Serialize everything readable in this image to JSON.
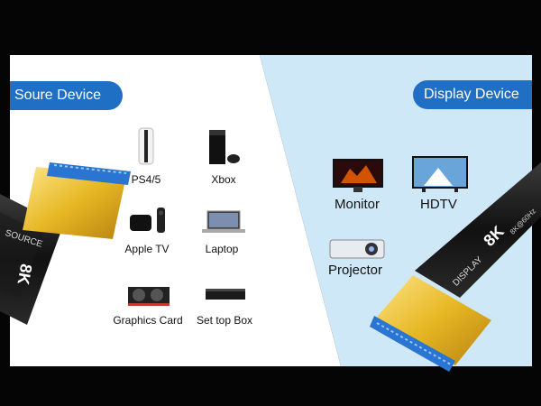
{
  "left_panel": {
    "heading": "Soure Device",
    "devices": [
      {
        "label": "PS4/5",
        "icon": "game-console-icon"
      },
      {
        "label": "Xbox",
        "icon": "xbox-console-icon"
      },
      {
        "label": "Apple TV",
        "icon": "apple-tv-icon"
      },
      {
        "label": "Laptop",
        "icon": "laptop-icon"
      },
      {
        "label": "Graphics Card",
        "icon": "graphics-card-icon"
      },
      {
        "label": "Set top Box",
        "icon": "set-top-box-icon"
      }
    ],
    "connector_text": {
      "source": "SOURCE",
      "brand": "8K"
    }
  },
  "right_panel": {
    "heading": "Display Device",
    "devices": [
      {
        "label": "Monitor",
        "icon": "monitor-icon"
      },
      {
        "label": "HDTV",
        "icon": "tv-icon"
      },
      {
        "label": "Projector",
        "icon": "projector-icon"
      }
    ],
    "connector_text": {
      "display": "DISPLAY",
      "brand": "8K",
      "spec": "8K@60Hz"
    }
  },
  "colors": {
    "accent_blue": "#1f6fc5",
    "right_bg": "#cfe8f8",
    "left_bg": "#ffffff",
    "gold": "#e7b824"
  }
}
